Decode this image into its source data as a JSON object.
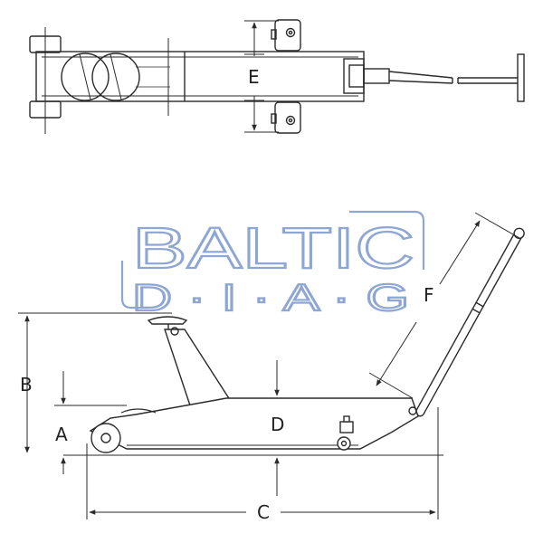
{
  "watermark": {
    "line1": "BALTIC",
    "line2": "D · I · A · G",
    "color": "#8ea6d4"
  },
  "dimensions": {
    "A": "A",
    "B": "B",
    "C": "C",
    "D": "D",
    "E": "E",
    "F": "F"
  },
  "colors": {
    "line": "#2a2a2a",
    "background": "#ffffff"
  }
}
